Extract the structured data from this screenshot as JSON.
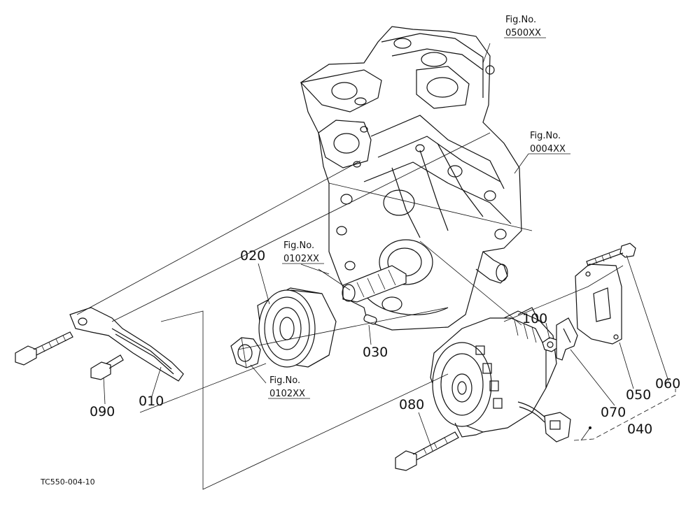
{
  "drawing_code": "TC550-004-10",
  "part_numbers": {
    "p010": "010",
    "p020": "020",
    "p030": "030",
    "p040": "040",
    "p050": "050",
    "p060": "060",
    "p070": "070",
    "p080": "080",
    "p090": "090",
    "p100": "100"
  },
  "fig_refs": [
    {
      "label": "Fig.No.",
      "number": "0500XX"
    },
    {
      "label": "Fig.No.",
      "number": "0004XX"
    },
    {
      "label": "Fig.No.",
      "number": "0102XX"
    },
    {
      "label": "Fig.No.",
      "number": "0102XX"
    }
  ]
}
